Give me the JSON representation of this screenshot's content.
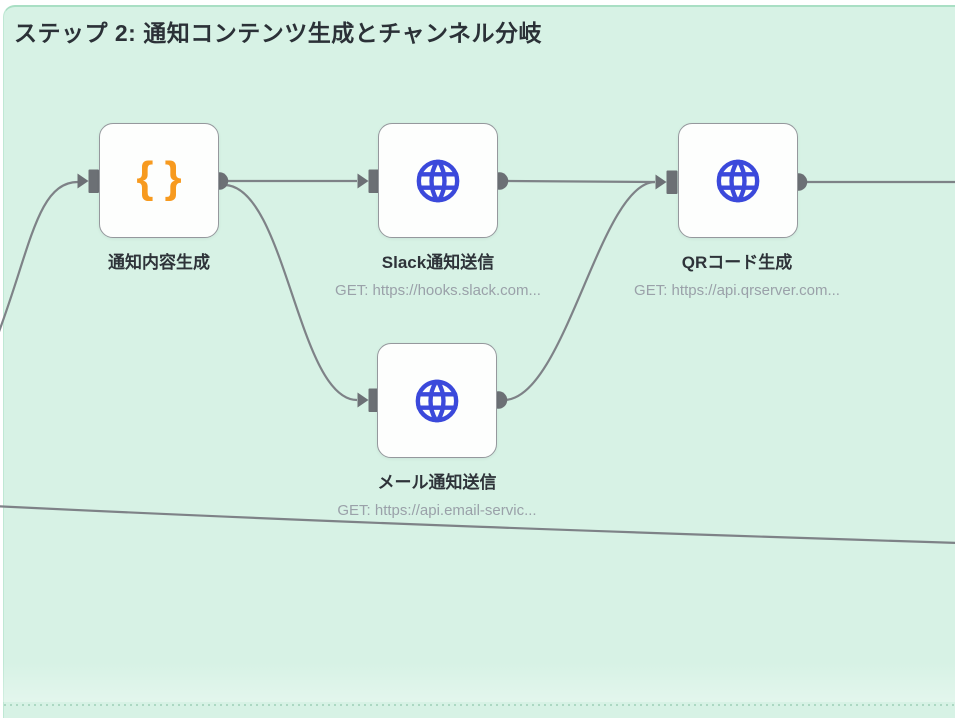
{
  "title": "ステップ 2: 通知コンテンツ生成とチャンネル分岐",
  "nodes": [
    {
      "label": "通知内容生成",
      "subtitle": "",
      "icon": "braces-icon",
      "glyph": "{}"
    },
    {
      "label": "Slack通知送信",
      "subtitle": "GET: https://hooks.slack.com...",
      "icon": "globe-icon"
    },
    {
      "label": "QRコード生成",
      "subtitle": "GET: https://api.qrserver.com...",
      "icon": "globe-icon"
    },
    {
      "label": "メール通知送信",
      "subtitle": "GET: https://api.email-servic...",
      "icon": "globe-icon"
    }
  ],
  "edges": [
    {
      "from": "offscreen-left",
      "to": "通知内容生成"
    },
    {
      "from": "通知内容生成",
      "to": "Slack通知送信"
    },
    {
      "from": "通知内容生成",
      "to": "メール通知送信"
    },
    {
      "from": "Slack通知送信",
      "to": "QRコード生成"
    },
    {
      "from": "メール通知送信",
      "to": "QRコード生成"
    },
    {
      "from": "QRコード生成",
      "to": "offscreen-right"
    },
    {
      "from": "offscreen-left",
      "to": "offscreen-right"
    }
  ],
  "colors": {
    "canvas_background": "#D7F2E5",
    "canvas_top_border": "#A9DFC4",
    "node_fill": "#FDFEFD",
    "node_border": "#95989D",
    "edge": "#7E8287",
    "connector": "#6C7075",
    "braces_accent": "#F79A1F",
    "globe_accent": "#3B49DB",
    "title_text": "#2B3137",
    "label_text": "#2E3339",
    "subtitle_text": "#9AA1A9"
  }
}
